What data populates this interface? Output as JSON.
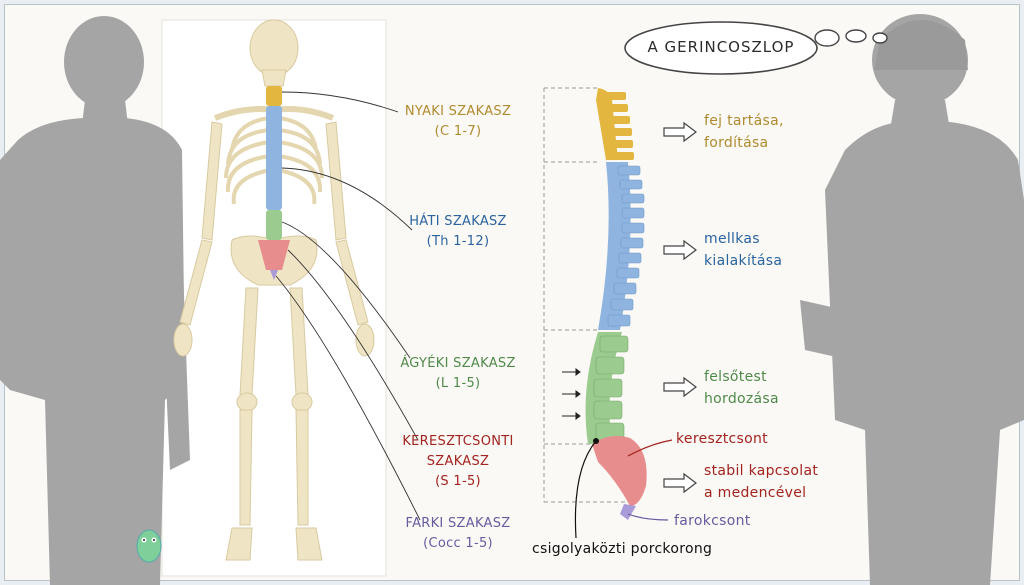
{
  "title": "A GERINCOSZLOP",
  "colors": {
    "cervical": "#e3b63f",
    "thoracic": "#8fb4e0",
    "lumbar": "#9ccb8f",
    "sacral": "#e88d8d",
    "coccygeal": "#a99bd8",
    "bone": "#efe4c4",
    "silhouette": "#a5a5a5"
  },
  "sections": [
    {
      "name": "NYAKI SZAKASZ",
      "range": "(C 1-7)",
      "function": [
        "fej tartása,",
        "fordítása"
      ]
    },
    {
      "name": "HÁTI SZAKASZ",
      "range": "(Th 1-12)",
      "function": [
        "mellkas",
        "kialakítása"
      ]
    },
    {
      "name": "ÁGYÉKI SZAKASZ",
      "range": "(L 1-5)",
      "function": [
        "felsőtest",
        "hordozása"
      ]
    },
    {
      "name": "KERESZTCSONTI",
      "name2": "SZAKASZ",
      "range": "(S 1-5)",
      "function": [
        "stabil kapcsolat",
        "a medencével"
      ]
    },
    {
      "name": "FARKI SZAKASZ",
      "range": "(Cocc 1-5)"
    }
  ],
  "parts": {
    "sacrum": "keresztcsont",
    "coccyx": "farokcsont",
    "disc": "csigolyaközti porckorong"
  }
}
